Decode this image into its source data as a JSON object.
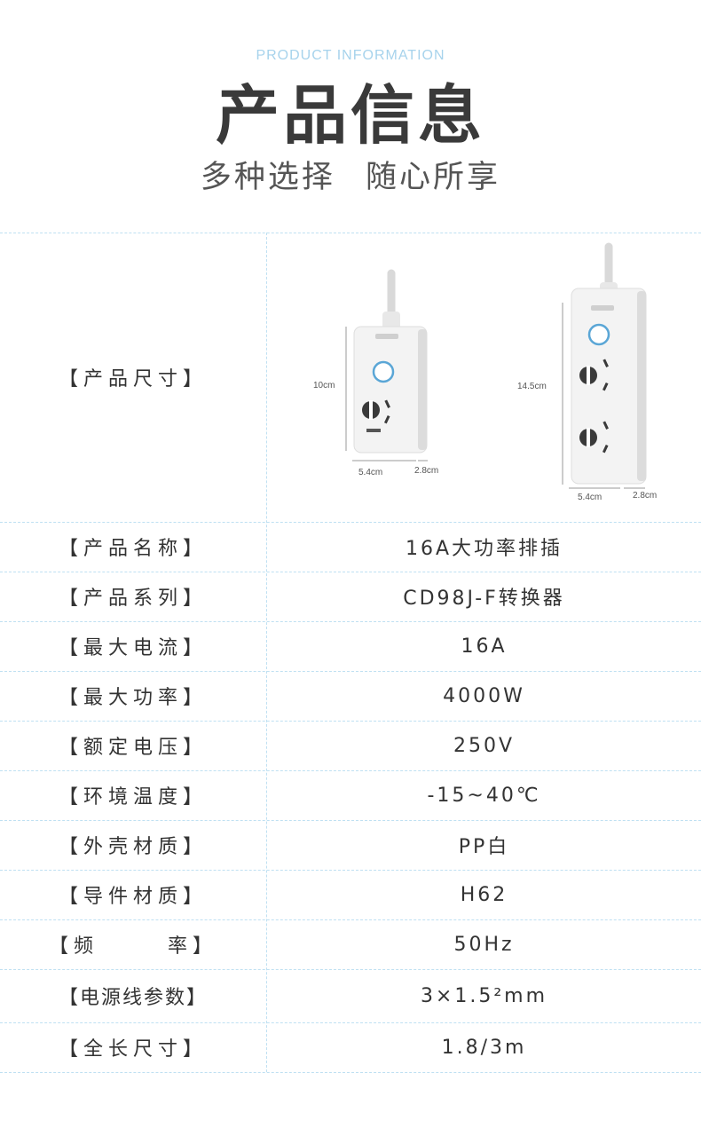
{
  "header": {
    "en_title": "PRODUCT INFORMATION",
    "cn_title": "产品信息",
    "cn_subtitle": "多种选择  随心所享"
  },
  "dimensions": {
    "label": "【产品尺寸】",
    "small": {
      "height": "10cm",
      "width": "5.4cm",
      "depth": "2.8cm"
    },
    "large": {
      "height": "14.5cm",
      "width": "5.4cm",
      "depth": "2.8cm"
    }
  },
  "specs": [
    {
      "label": "【产品名称】",
      "value": "16A大功率排插"
    },
    {
      "label": "【产品系列】",
      "value": "CD98J-F转换器"
    },
    {
      "label": "【最大电流】",
      "value": "16A"
    },
    {
      "label": "【最大功率】",
      "value": "4000W"
    },
    {
      "label": "【额定电压】",
      "value": "250V"
    },
    {
      "label": "【环境温度】",
      "value": "-15~40℃"
    },
    {
      "label": "【外壳材质】",
      "value": "PP白"
    },
    {
      "label": "【导件材质】",
      "value": "H62"
    },
    {
      "label": "【频      率】",
      "value": "50Hz"
    },
    {
      "label": "【电源线参数】",
      "value": "3×1.5²mm"
    },
    {
      "label": "【全长尺寸】",
      "value": "1.8/3m"
    }
  ],
  "colors": {
    "accent": "#a7d3ec",
    "divider": "#bfe0f2",
    "switch": "#5aa6d6"
  }
}
